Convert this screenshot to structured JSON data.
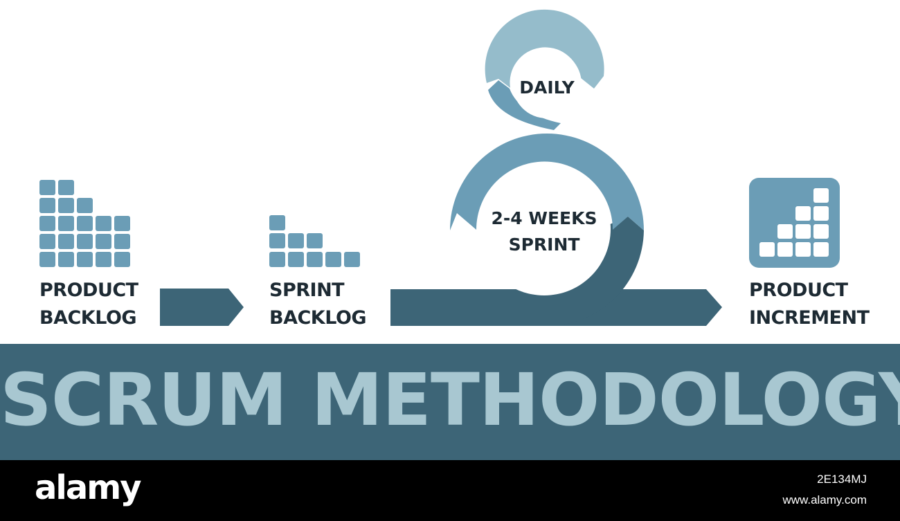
{
  "stages": {
    "product_backlog": {
      "line1": "PRODUCT",
      "line2": "BACKLOG"
    },
    "sprint_backlog": {
      "line1": "SPRINT",
      "line2": "BACKLOG"
    },
    "product_increment": {
      "line1": "PRODUCT",
      "line2": "INCREMENT"
    }
  },
  "cycles": {
    "daily": "DAILY",
    "sprint_line1": "2-4 WEEKS",
    "sprint_line2": "SPRINT"
  },
  "title": "SCRUM METHODOLOGY",
  "footer": {
    "logo": "alamy",
    "image_id": "2E134MJ",
    "url": "www.alamy.com"
  },
  "colors": {
    "dark_blue": "#3d6577",
    "mid_blue": "#6b9db6",
    "light_blue": "#95bccb",
    "title_text": "#a8c7d1",
    "label_text": "#1d2a33"
  },
  "icons": [
    "product-backlog-blocks-icon",
    "sprint-backlog-blocks-icon",
    "product-increment-icon",
    "arrow-icon",
    "sprint-loop-arrow-icon",
    "daily-loop-arrow-icon"
  ]
}
